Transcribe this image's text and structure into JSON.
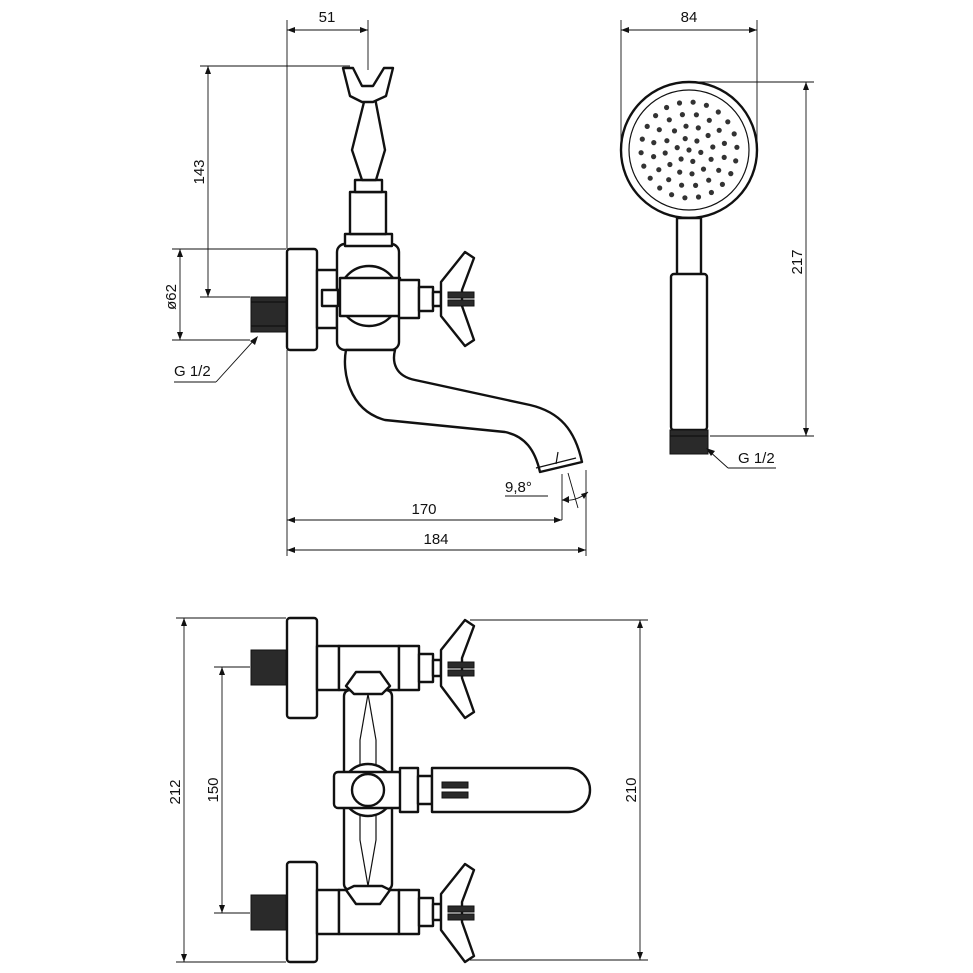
{
  "side_view": {
    "dims": {
      "holder_offset": "51",
      "holder_height": "143",
      "flange_diameter": "ø62",
      "inlet_thread": "G 1/2",
      "spout_angle": "9,8°",
      "spout_reach": "170",
      "overall_length": "184"
    }
  },
  "shower_head": {
    "dims": {
      "head_width": "84",
      "total_length": "217",
      "thread": "G 1/2"
    }
  },
  "top_view": {
    "dims": {
      "overall_width": "212",
      "inlet_spacing": "150",
      "handle_span": "210"
    }
  }
}
